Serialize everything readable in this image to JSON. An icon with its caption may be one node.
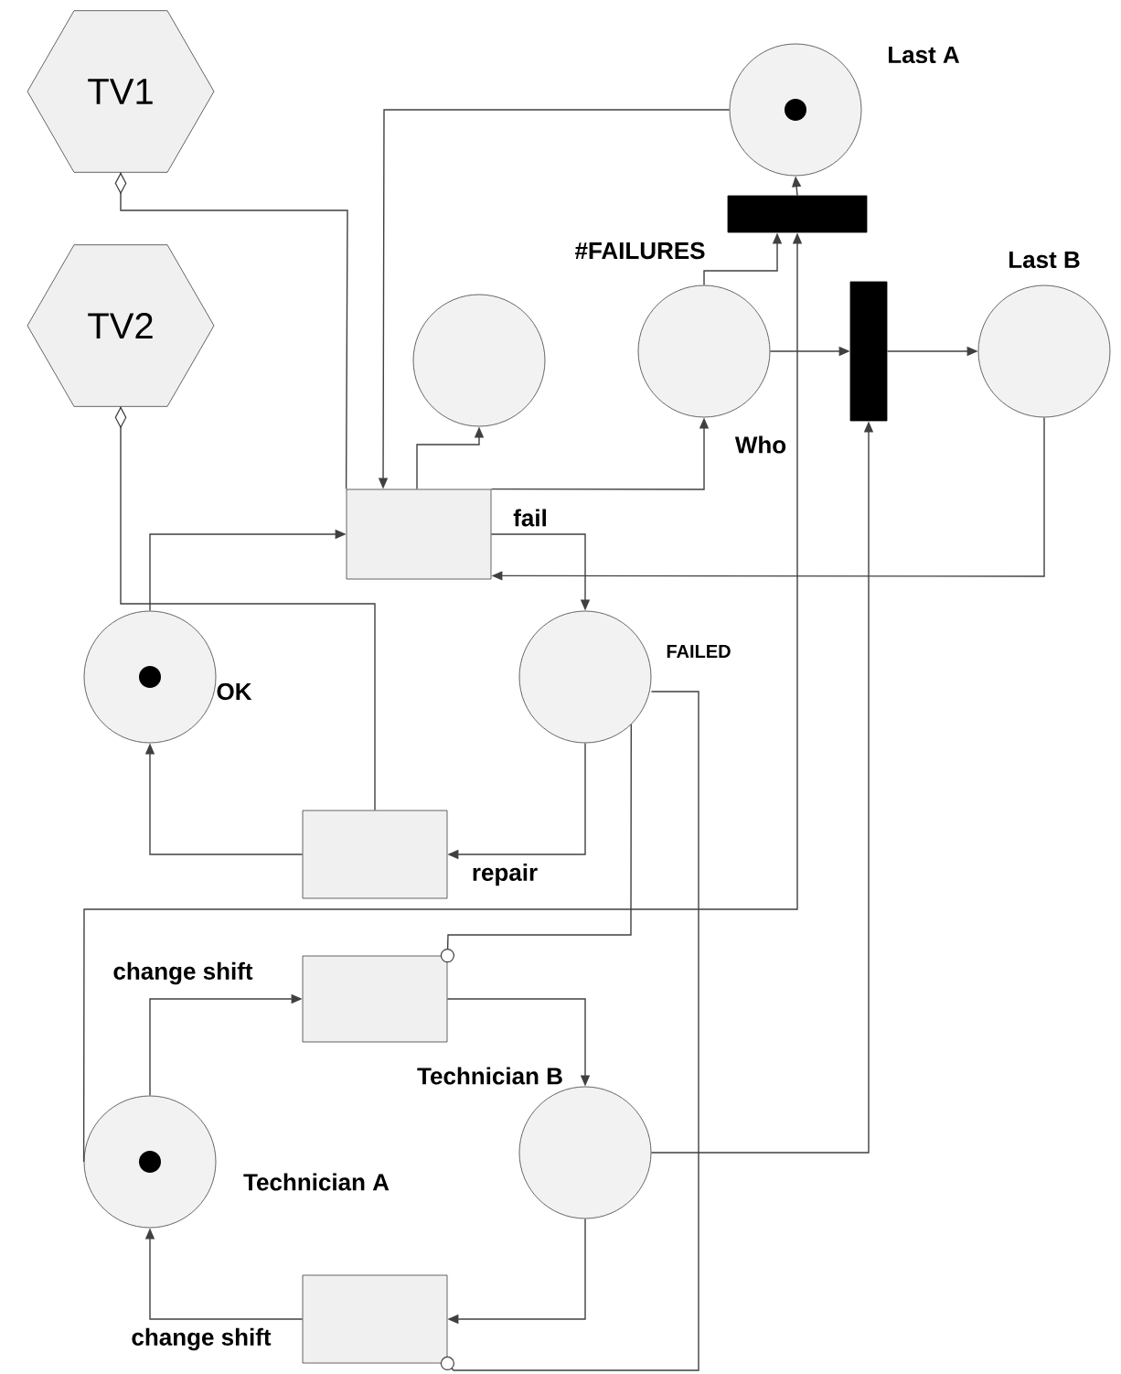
{
  "diagram": {
    "nodes": [
      {
        "text": [
          "TV1"
        ]
      },
      {
        "text": [
          "TV2"
        ]
      },
      {
        "text": [],
        "shape": "circle",
        "beside": [
          "Last A"
        ]
      },
      {
        "text": [],
        "shape": "bar"
      },
      {
        "text": [],
        "shape": "circle"
      },
      {
        "text": [],
        "shape": "circle",
        "beside": [
          "Who"
        ]
      },
      {
        "text": [],
        "shape": "bar"
      },
      {
        "text": [],
        "shape": "circle",
        "beside": [
          "Last B"
        ]
      },
      {
        "text": [],
        "shape": "box",
        "beside": [
          "fail"
        ]
      },
      {
        "text": [],
        "shape": "circle",
        "beside": [
          "OK"
        ]
      },
      {
        "text": [],
        "shape": "circle",
        "beside": [
          "FAILED"
        ]
      },
      {
        "text": [],
        "shape": "box",
        "beside": [
          "repair"
        ]
      },
      {
        "text": [],
        "shape": "box",
        "beside": [
          "change shift"
        ]
      },
      {
        "text": [],
        "shape": "circle",
        "beside": [
          "Technician A"
        ]
      },
      {
        "text": [],
        "shape": "circle",
        "beside": [
          "Technician B"
        ]
      },
      {
        "text": [],
        "shape": "box",
        "beside": [
          "change shift"
        ]
      }
    ],
    "edges": [
      {
        "from": 0,
        "to": 8,
        "arrow": "other"
      },
      {
        "from": 1,
        "to": 11,
        "arrow": "other"
      },
      {
        "from": 2,
        "to": 8,
        "arrow": "to"
      },
      {
        "from": 8,
        "to": 4,
        "arrow": "to"
      },
      {
        "from": 8,
        "to": 5,
        "arrow": "to"
      },
      {
        "from": 5,
        "to": 3,
        "arrow": "to"
      },
      {
        "from": 3,
        "to": 2,
        "arrow": "to"
      },
      {
        "from": 5,
        "to": 6,
        "arrow": "to"
      },
      {
        "from": 6,
        "to": 7,
        "arrow": "to"
      },
      {
        "from": 7,
        "to": 8,
        "arrow": "to"
      },
      {
        "from": 9,
        "to": 8,
        "arrow": "to"
      },
      {
        "from": 8,
        "to": 10,
        "arrow": "to"
      },
      {
        "from": 10,
        "to": 11,
        "arrow": "to"
      },
      {
        "from": 11,
        "to": 9,
        "arrow": "to"
      },
      {
        "from": 13,
        "to": 3,
        "arrow": "to"
      },
      {
        "from": 14,
        "to": 6,
        "arrow": "to"
      },
      {
        "from": 10,
        "to": 15,
        "arrow": "other"
      },
      {
        "from": 10,
        "to": 12,
        "arrow": "other"
      },
      {
        "from": 13,
        "to": 12,
        "arrow": "to"
      },
      {
        "from": 12,
        "to": 14,
        "arrow": "to"
      },
      {
        "from": 14,
        "to": 15,
        "arrow": "to"
      },
      {
        "from": 15,
        "to": 13,
        "arrow": "to"
      }
    ],
    "labels": [
      "#FAILURES"
    ]
  }
}
